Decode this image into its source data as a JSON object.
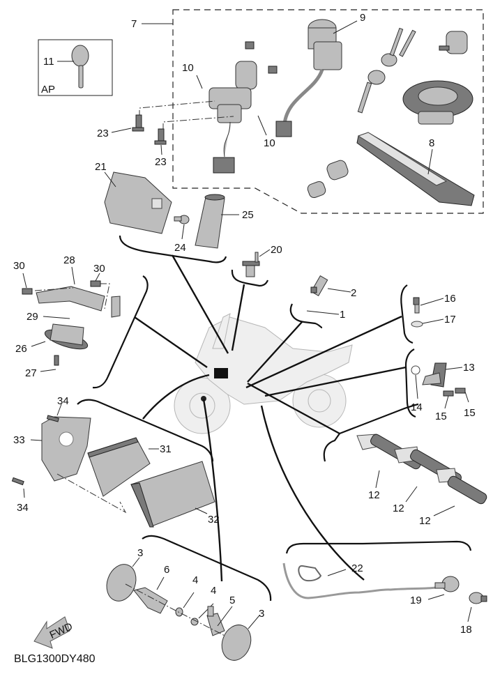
{
  "diagram": {
    "code": "BLG1300DY480",
    "fwd_label": "FWD",
    "ap_box_label": "AP",
    "callouts": {
      "c1": "1",
      "c2": "2",
      "c3a": "3",
      "c3b": "3",
      "c4a": "4",
      "c4b": "4",
      "c5": "5",
      "c6": "6",
      "c7": "7",
      "c8": "8",
      "c9": "9",
      "c10a": "10",
      "c10b": "10",
      "c11": "11",
      "c12a": "12",
      "c12b": "12",
      "c12c": "12",
      "c13": "13",
      "c14": "14",
      "c15a": "15",
      "c15b": "15",
      "c16": "16",
      "c17": "17",
      "c18": "18",
      "c19": "19",
      "c20": "20",
      "c21": "21",
      "c22": "22",
      "c23a": "23",
      "c23b": "23",
      "c24": "24",
      "c25": "25",
      "c26": "26",
      "c27": "27",
      "c28": "28",
      "c29": "29",
      "c30a": "30",
      "c30b": "30",
      "c31": "31",
      "c32": "32",
      "c33": "33",
      "c34a": "34",
      "c34b": "34"
    }
  }
}
